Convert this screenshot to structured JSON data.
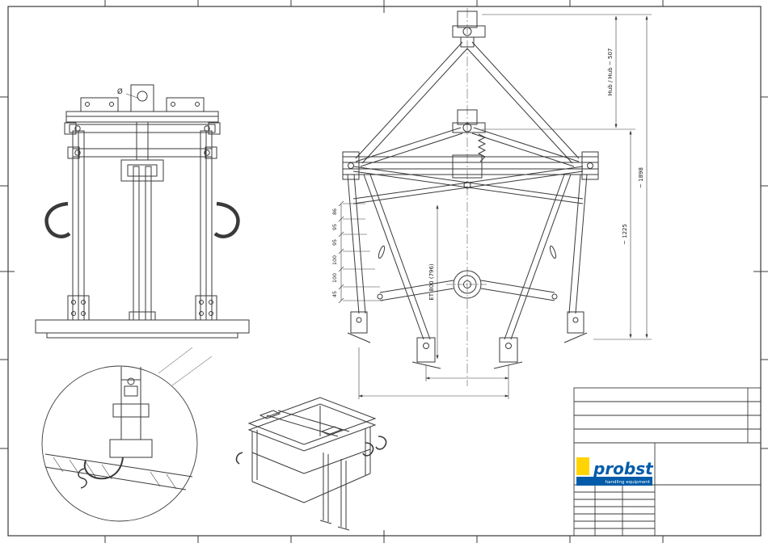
{
  "sheet": {
    "background": "#ffffff",
    "line_color": "#3a3a3a"
  },
  "front_view": {
    "diameter_label": "Ø"
  },
  "main_view": {
    "dim_hub_label": "Hub / Hub ~ 507",
    "dim_1225_label": "~ 1225",
    "dim_1898_label": "~ 1898",
    "dim_et_label": "ET 800 (796)",
    "chain_labels": [
      "86",
      "95",
      "95",
      "100",
      "100",
      "45"
    ]
  },
  "title_block": {
    "logo_word": "probst",
    "logo_tagline": "handling equipment",
    "logo_blue": "#005CA9",
    "logo_yellow": "#FFD400"
  }
}
